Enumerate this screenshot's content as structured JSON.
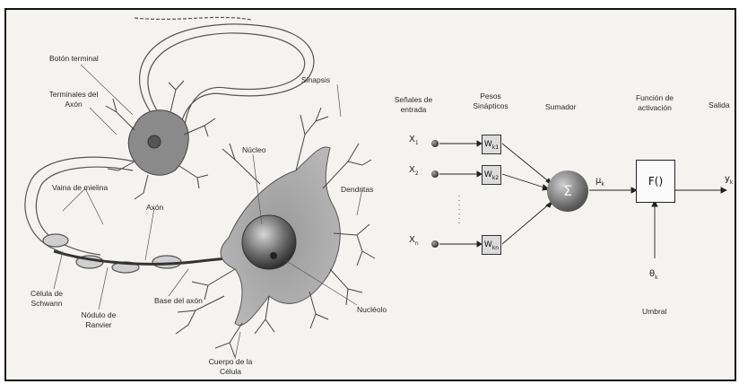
{
  "neuron": {
    "labels": {
      "boton_terminal": "Botón terminal",
      "terminales_axon_1": "Terminales del",
      "terminales_axon_2": "Axón",
      "vaina_mielina": "Vaina de mielina",
      "axon": "Axón",
      "celula_schwann_1": "Célula de",
      "celula_schwann_2": "Schwann",
      "nodulo_ranvier_1": "Nódulo de",
      "nodulo_ranvier_2": "Ranvier",
      "base_axon": "Base del axón",
      "cuerpo_celula_1": "Cuerpo de la",
      "cuerpo_celula_2": "Célula",
      "nucleo": "Núcleo",
      "nucleolo": "Nucléolo",
      "dendritas": "Dendritas",
      "sinapsis": "Sinapsis"
    }
  },
  "perceptron": {
    "headers": {
      "senales_1": "Señales de",
      "senales_2": "entrada",
      "pesos_1": "Pesos",
      "pesos_2": "Sinápticos",
      "sumador": "Sumador",
      "funcion_1": "Función de",
      "funcion_2": "activación",
      "salida": "Salida"
    },
    "inputs": [
      {
        "sym": "X",
        "sub": "1",
        "w": "W",
        "wsub": "k1"
      },
      {
        "sym": "X",
        "sub": "2",
        "w": "W",
        "wsub": "k2"
      },
      {
        "sym": "X",
        "sub": "n",
        "w": "W",
        "wsub": "kn"
      }
    ],
    "sum_symbol": "Σ",
    "sum_output": {
      "sym": "μ",
      "sub": "k"
    },
    "function_label": "F()",
    "output": {
      "sym": "y",
      "sub": "k"
    },
    "threshold": {
      "sym": "θ",
      "sub": "k",
      "label": "Umbral"
    }
  }
}
